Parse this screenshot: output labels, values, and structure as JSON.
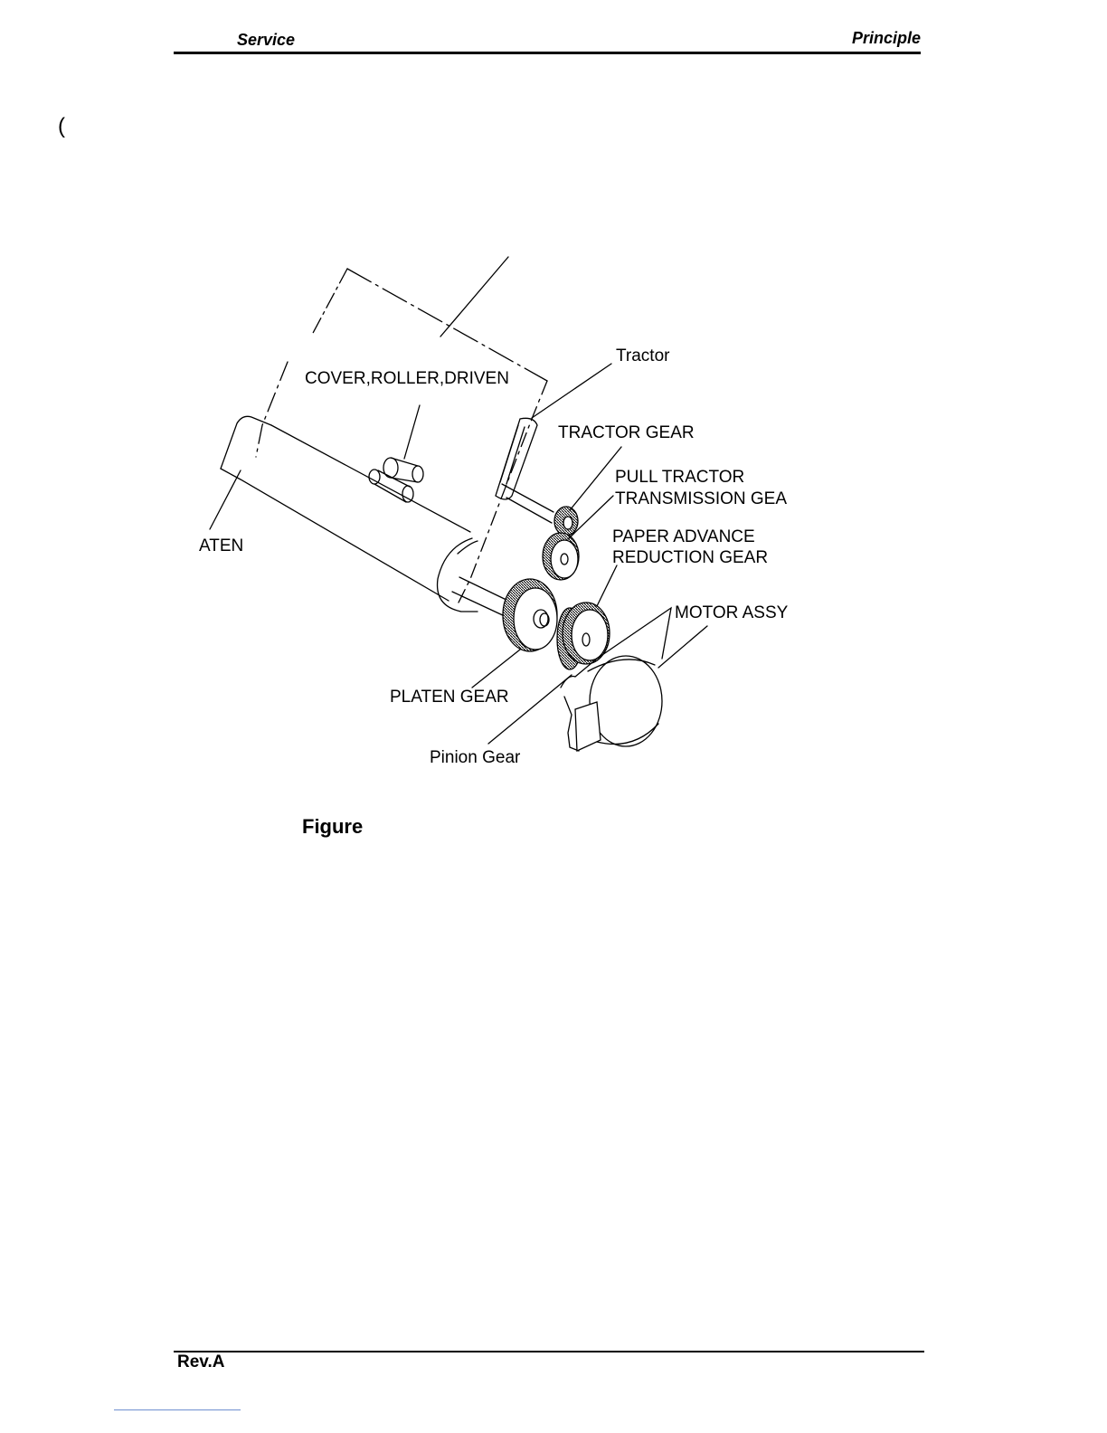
{
  "header": {
    "left": "Service",
    "right": "Principle"
  },
  "stray_mark": "(",
  "labels": {
    "tractor": "Tractor",
    "cover_roller_driven": "COVER,ROLLER,DRIVEN",
    "tractor_gear": "TRACTOR GEAR",
    "pull_tractor_1": "PULL TRACTOR",
    "pull_tractor_2": "TRANSMISSION GEA",
    "paper_advance_1": "PAPER ADVANCE",
    "paper_advance_2": "REDUCTION GEAR",
    "motor_assy": "MOTOR ASSY",
    "platen": "ATEN",
    "platen_gear": "PLATEN GEAR",
    "pinion_gear": "Pinion Gear"
  },
  "figure_caption": "Figure",
  "footer": {
    "left": "Rev.A"
  }
}
